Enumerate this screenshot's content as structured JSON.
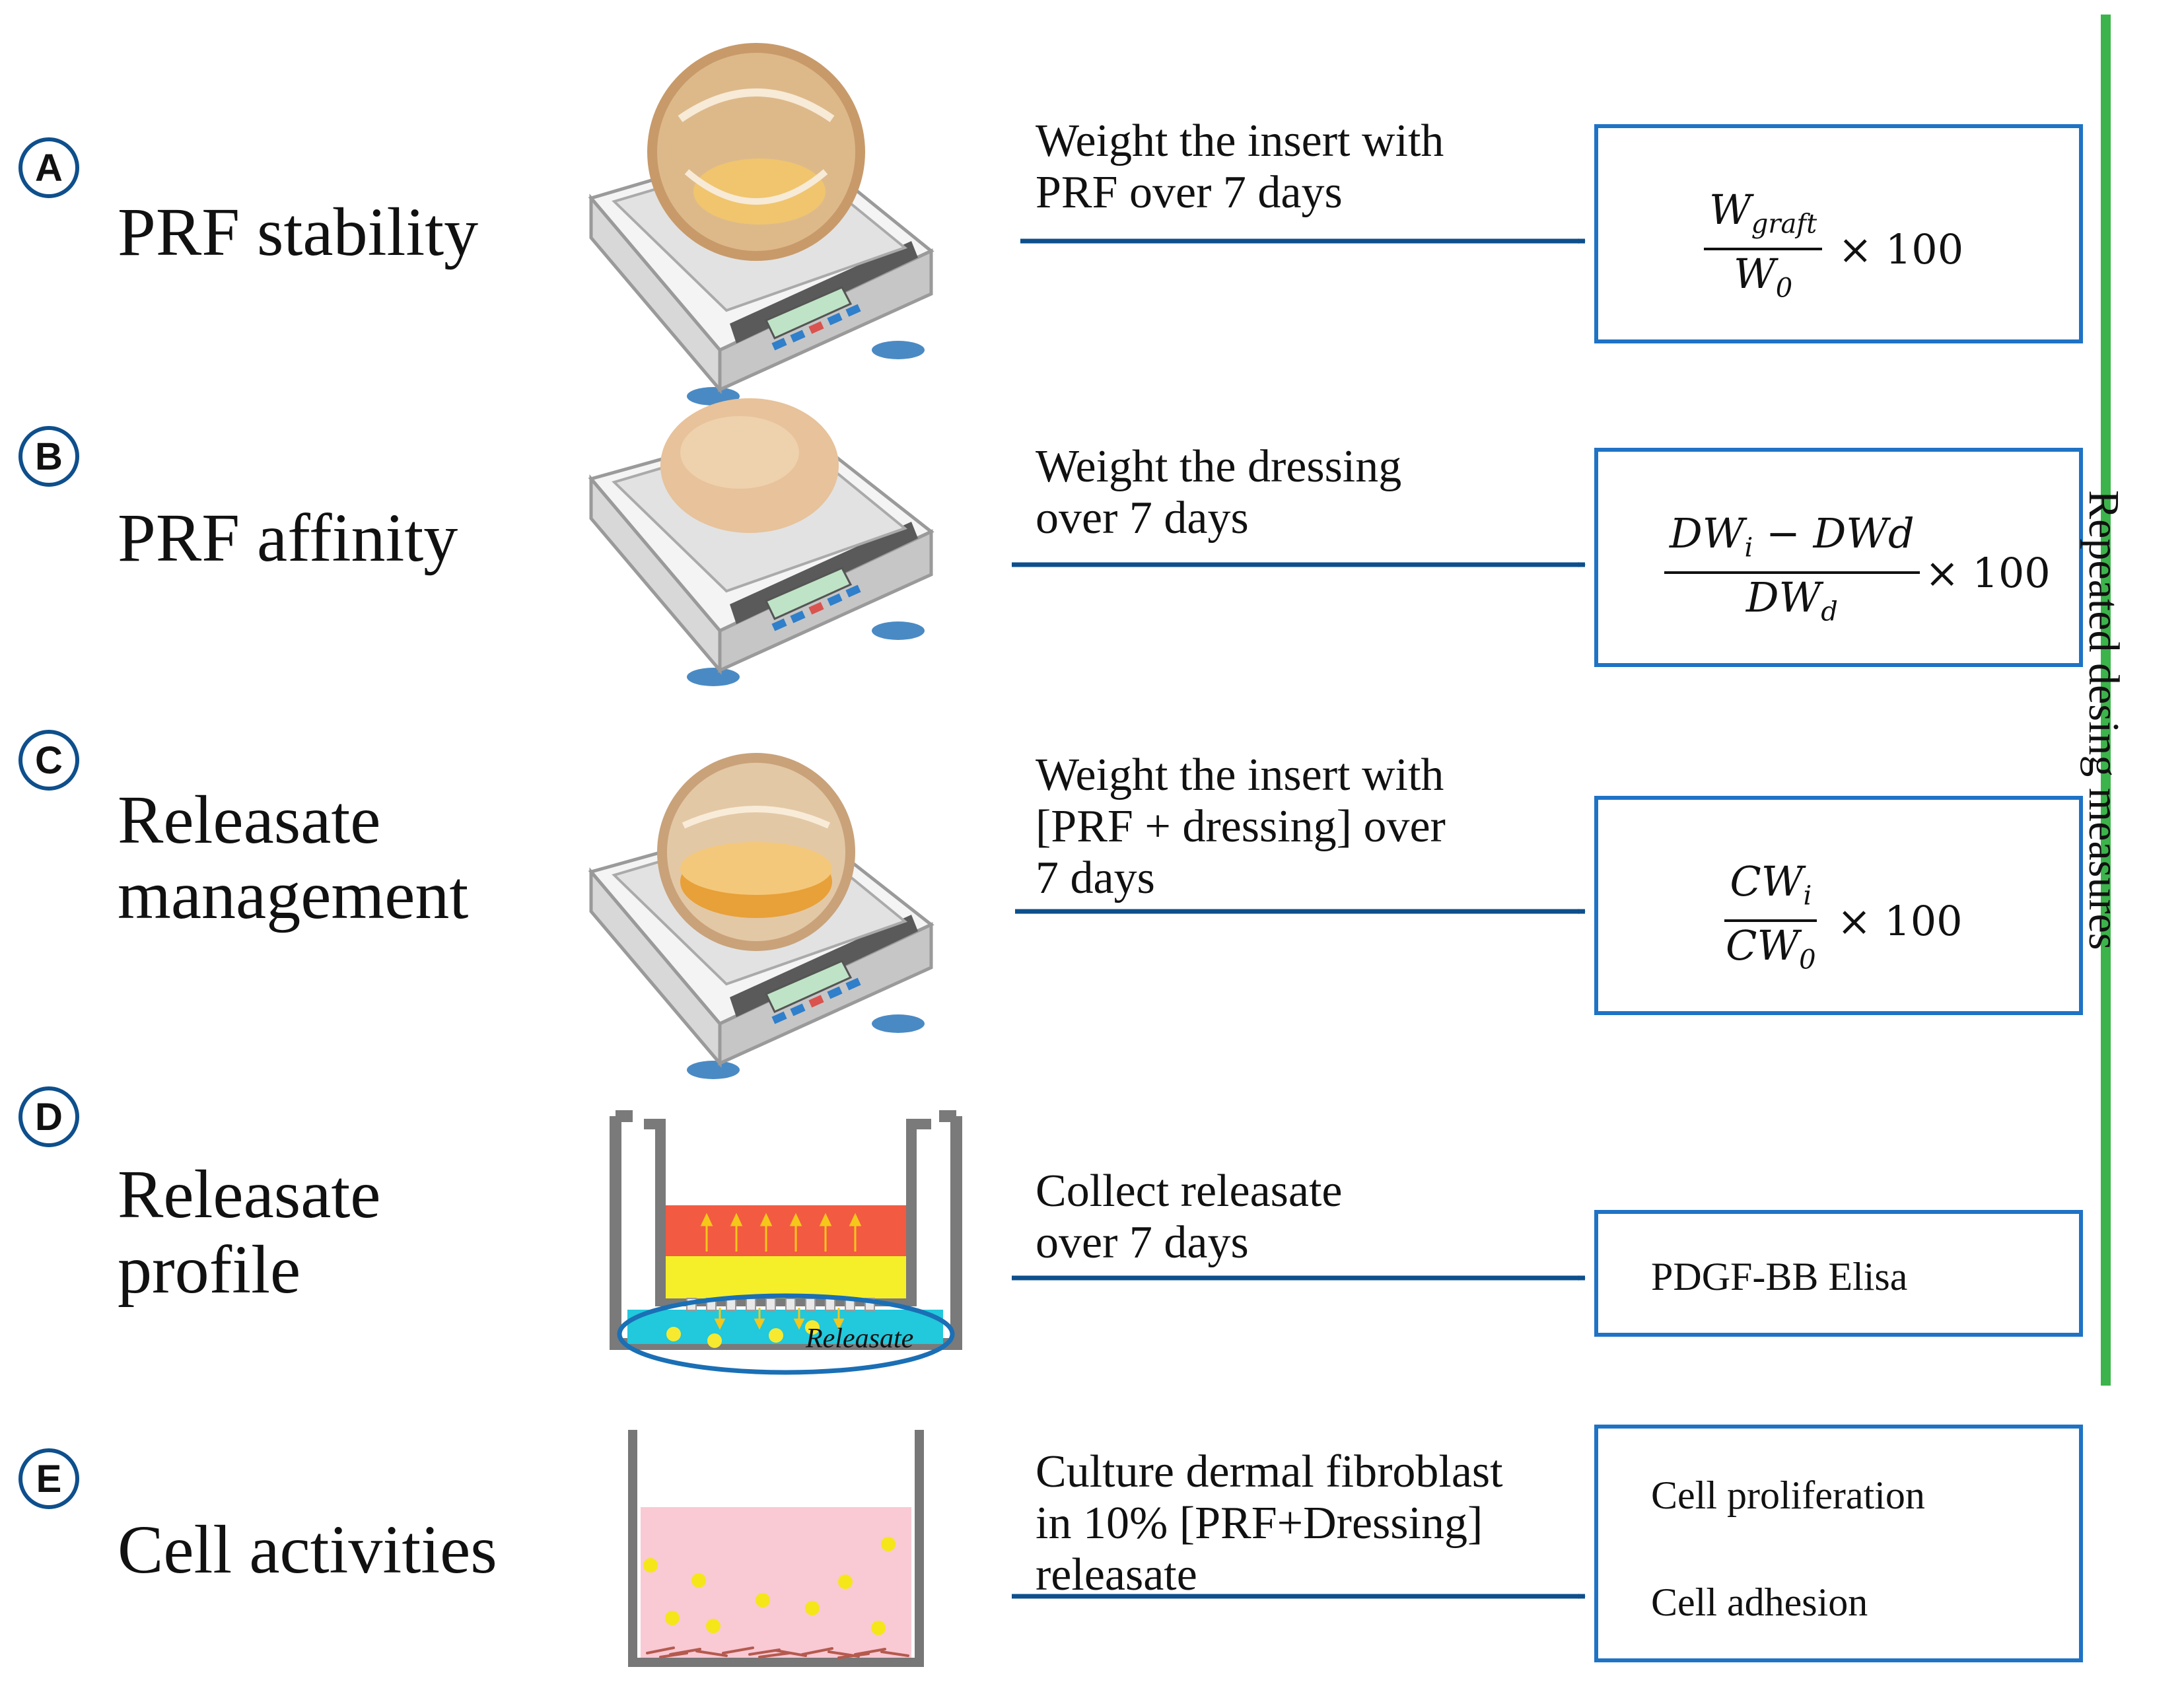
{
  "rows": [
    {
      "letter": "A",
      "title": "PRF stability",
      "step": "Weight the insert with\nPRF over 7 days",
      "illustration": "balance-with-insert"
    },
    {
      "letter": "B",
      "title": "PRF affinity",
      "step": "Weight the dressing\nover 7 days",
      "illustration": "balance-with-dressing"
    },
    {
      "letter": "C",
      "title": "Releasate\nmanagement",
      "step": "Weight the insert with\n[PRF + dressing] over\n7 days",
      "illustration": "balance-with-insert-dressing"
    },
    {
      "letter": "D",
      "title": "Releasate\nprofile",
      "step": "Collect releasate\nover 7 days",
      "illustration": "transwell-insert",
      "illustration_label": "Releasate"
    },
    {
      "letter": "E",
      "title": "Cell activities",
      "step": "Culture dermal fibroblast\nin 10% [PRF+Dressing]\nreleasate",
      "illustration": "culture-well"
    }
  ],
  "results": {
    "a": {
      "num_main": "W",
      "num_sub": "graft",
      "den_main": "W",
      "den_sub": "0",
      "multiplier": "× 100"
    },
    "b": {
      "num_a": "DW",
      "num_a_sub": "i",
      "num_op": " − DWd",
      "den_main": "DW",
      "den_sub": "d",
      "multiplier": "× 100"
    },
    "c": {
      "num_main": "CW",
      "num_sub": "i",
      "den_main": "CW",
      "den_sub": "0",
      "multiplier": "× 100"
    },
    "d": {
      "text": "PDGF-BB Elisa"
    },
    "e": {
      "line1": "Cell proliferation",
      "line2": "Cell adhesion"
    }
  },
  "side_label": "Repeated desing measures",
  "colors": {
    "arrow": "#0e4f8c",
    "box_border": "#1f73c5",
    "side_bar": "#3cb44b",
    "letter_ring": "#0e4f8c"
  }
}
